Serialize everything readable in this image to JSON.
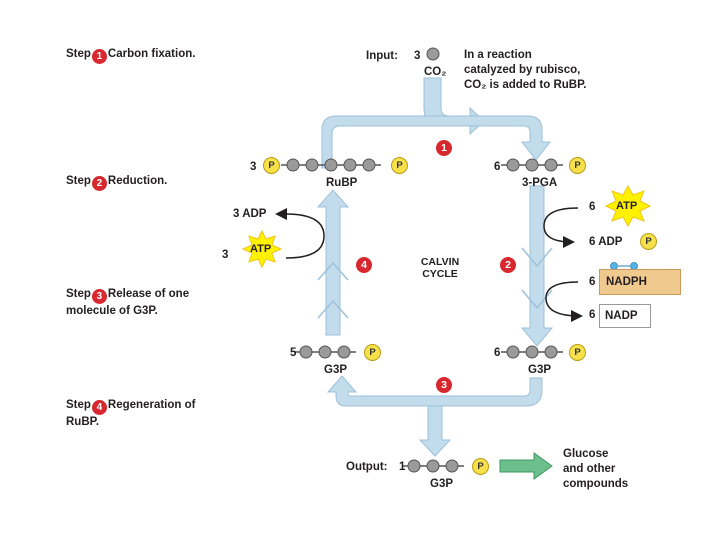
{
  "steps": [
    {
      "prefix": "Step",
      "num": "1",
      "text": "Carbon fixation."
    },
    {
      "prefix": "Step",
      "num": "2",
      "text": "Reduction."
    },
    {
      "prefix": "Step",
      "num": "3",
      "line1": "Release of one",
      "line2": "molecule of G3P."
    },
    {
      "prefix": "Step",
      "num": "4",
      "line1": "Regeneration of",
      "line2": "RuBP."
    }
  ],
  "input": {
    "label": "Input:",
    "count": "3",
    "molecule": "CO₂"
  },
  "note": {
    "line1": "In a reaction",
    "line2": "catalyzed by rubisco,",
    "line3": "CO₂ is added to RuBP."
  },
  "molecules": {
    "rubp": {
      "count": "3",
      "name": "RuBP"
    },
    "pga": {
      "count": "6",
      "name": "3-PGA"
    },
    "g3p_left": {
      "count": "5",
      "name": "G3P"
    },
    "g3p_right": {
      "count": "6",
      "name": "G3P"
    },
    "g3p_output": {
      "count": "1",
      "name": "G3P"
    },
    "phosphate": "P"
  },
  "energy": {
    "atp_in_left": {
      "count": "3",
      "label": "ATP"
    },
    "adp_out_left": {
      "count": "3",
      "label": "ADP"
    },
    "atp_in_right": {
      "count": "6",
      "label": "ATP"
    },
    "adp_out_right": {
      "count": "6",
      "label": "ADP"
    },
    "nadph_in": {
      "count": "6",
      "label": "NADPH"
    },
    "nadp_out": {
      "count": "6",
      "label": "NADP"
    }
  },
  "cycle": {
    "line1": "CALVIN",
    "line2": "CYCLE"
  },
  "cycle_numbers": [
    "1",
    "2",
    "3",
    "4"
  ],
  "output": {
    "label": "Output:",
    "line1": "Glucose",
    "line2": "and other",
    "line3": "compounds"
  },
  "colors": {
    "arrow_fill": "#c3dcec",
    "arrow_edge": "#9cc1da",
    "step_red": "#d7282f",
    "phosphate": "#f7e14a",
    "atp_star": "#fff200",
    "nadph": "#f0c98e",
    "output_arrow": "#6dbf8b",
    "carbon": "#9a9a9a"
  }
}
